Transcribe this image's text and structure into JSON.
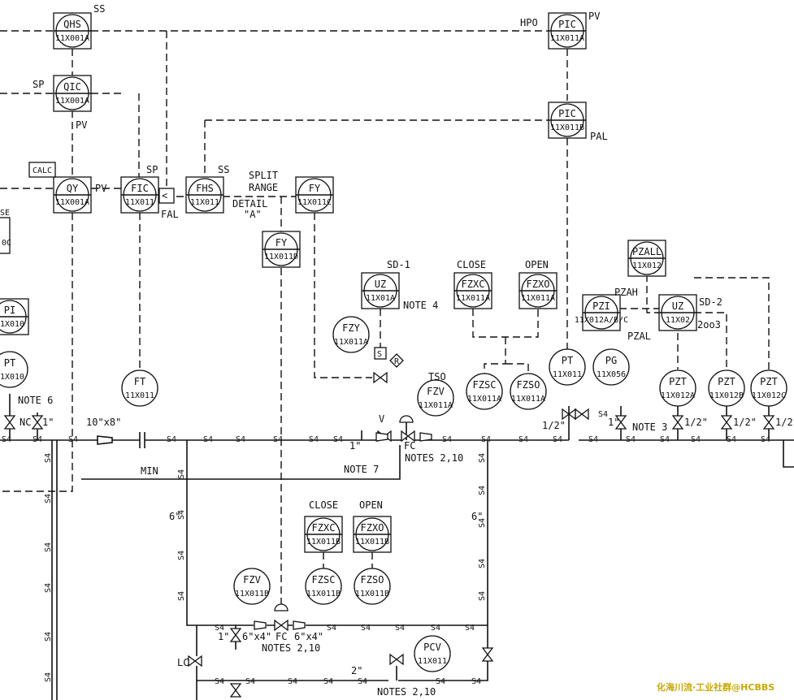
{
  "instruments": {
    "qhs": {
      "tag": "QHS",
      "num": "11X001A"
    },
    "qic": {
      "tag": "QIC",
      "num": "11X001A"
    },
    "qy": {
      "tag": "QY",
      "num": "11X001A"
    },
    "fic": {
      "tag": "FIC",
      "num": "11X011"
    },
    "fhs": {
      "tag": "FHS",
      "num": "11X011"
    },
    "fy_c": {
      "tag": "FY",
      "num": "11X011C"
    },
    "fy_d": {
      "tag": "FY",
      "num": "11X011D"
    },
    "pic_a": {
      "tag": "PIC",
      "num": "11X011A"
    },
    "pic_b": {
      "tag": "PIC",
      "num": "11X011B"
    },
    "pi": {
      "tag": "PI",
      "num": "11X010"
    },
    "pt_l": {
      "tag": "PT",
      "num": "11X010"
    },
    "ft": {
      "tag": "FT",
      "num": "11X011"
    },
    "uz1": {
      "tag": "UZ",
      "num": "11X01A"
    },
    "fzy": {
      "tag": "FZY",
      "num": "11X011A"
    },
    "fzv_a": {
      "tag": "FZV",
      "num": "11X011A"
    },
    "fzxc_a": {
      "tag": "FZXC",
      "num": "11X011A"
    },
    "fzxo_a": {
      "tag": "FZXO",
      "num": "11X011A"
    },
    "fzsc_a": {
      "tag": "FZSC",
      "num": "11X011A"
    },
    "fzso_a": {
      "tag": "FZSO",
      "num": "11X011A"
    },
    "pt_r": {
      "tag": "PT",
      "num": "11X011"
    },
    "pg": {
      "tag": "PG",
      "num": "11X056"
    },
    "pzall": {
      "tag": "PZALL",
      "num": "11X012"
    },
    "pzi": {
      "tag": "PZI",
      "num": "11X012A/B/C"
    },
    "uz2": {
      "tag": "UZ",
      "num": "11X02"
    },
    "pzt_a": {
      "tag": "PZT",
      "num": "11X012A"
    },
    "pzt_b": {
      "tag": "PZT",
      "num": "11X012B"
    },
    "pzt_c": {
      "tag": "PZT",
      "num": "11X012C"
    },
    "fzxc_b": {
      "tag": "FZXC",
      "num": "11X011B"
    },
    "fzxo_b": {
      "tag": "FZXO",
      "num": "11X011B"
    },
    "fzv_b": {
      "tag": "FZV",
      "num": "11X011B"
    },
    "fzsc_b": {
      "tag": "FZSC",
      "num": "11X011B"
    },
    "fzso_b": {
      "tag": "FZSO",
      "num": "11X011B"
    },
    "pcv": {
      "tag": "PCV",
      "num": "11X011"
    },
    "fragment_top": {
      "tag": "SE"
    },
    "fragment_num": {
      "num": "0C"
    }
  },
  "labels": {
    "ss_top": "SS",
    "sp_left": "SP",
    "pv_qic": "PV",
    "calc": "CALC",
    "pv_qy": "PV",
    "sp_fic": "SP",
    "fal": "FAL",
    "ss_fhs": "SS",
    "split": "SPLIT",
    "range": "RANGE",
    "detail": "DETAIL",
    "detail_a": "\"A\"",
    "hpo": "HPO",
    "pv_pic": "PV",
    "pal": "PAL",
    "note6": "NOTE 6",
    "nc": "NC",
    "size_1in_l": "1\"",
    "reducer": "10\"x8\"",
    "min": "MIN",
    "six_in_l": "6\"",
    "six_in_r": "6\"",
    "sd1": "SD-1",
    "note4": "NOTE 4",
    "s": "S",
    "r": "R",
    "v": "V",
    "close_a": "CLOSE",
    "open_a": "OPEN",
    "tso": "TSO",
    "fc_a": "FC",
    "notes_a": "NOTES 2,10",
    "one_in_n7": "1\"",
    "note7": "NOTE 7",
    "pzah": "PZAH",
    "pzal": "PZAL",
    "sd2": "SD-2",
    "twoo3": "2oo3",
    "half_pt": "1/2\"",
    "s4_pg": "S4",
    "one_in_n3": "1\"",
    "note3": "NOTE 3",
    "half_a": "1/2\"",
    "half_b": "1/2\"",
    "half_c": "1/2",
    "close_b": "CLOSE",
    "open_b": "OPEN",
    "one_in_b": "1\"",
    "red_b1": "6\"x4\"",
    "fc_b": "FC",
    "red_b2": "6\"x4\"",
    "notes_b": "NOTES 2,10",
    "lc": "LC",
    "two_in": "2\"",
    "notes_c": "NOTES 2,10"
  },
  "pipe_spec": "S4",
  "watermark": {
    "line1": "化海川流·工业社群@HCBBS"
  },
  "colors": {
    "line": "#111111",
    "watermark": "#c8a800"
  }
}
